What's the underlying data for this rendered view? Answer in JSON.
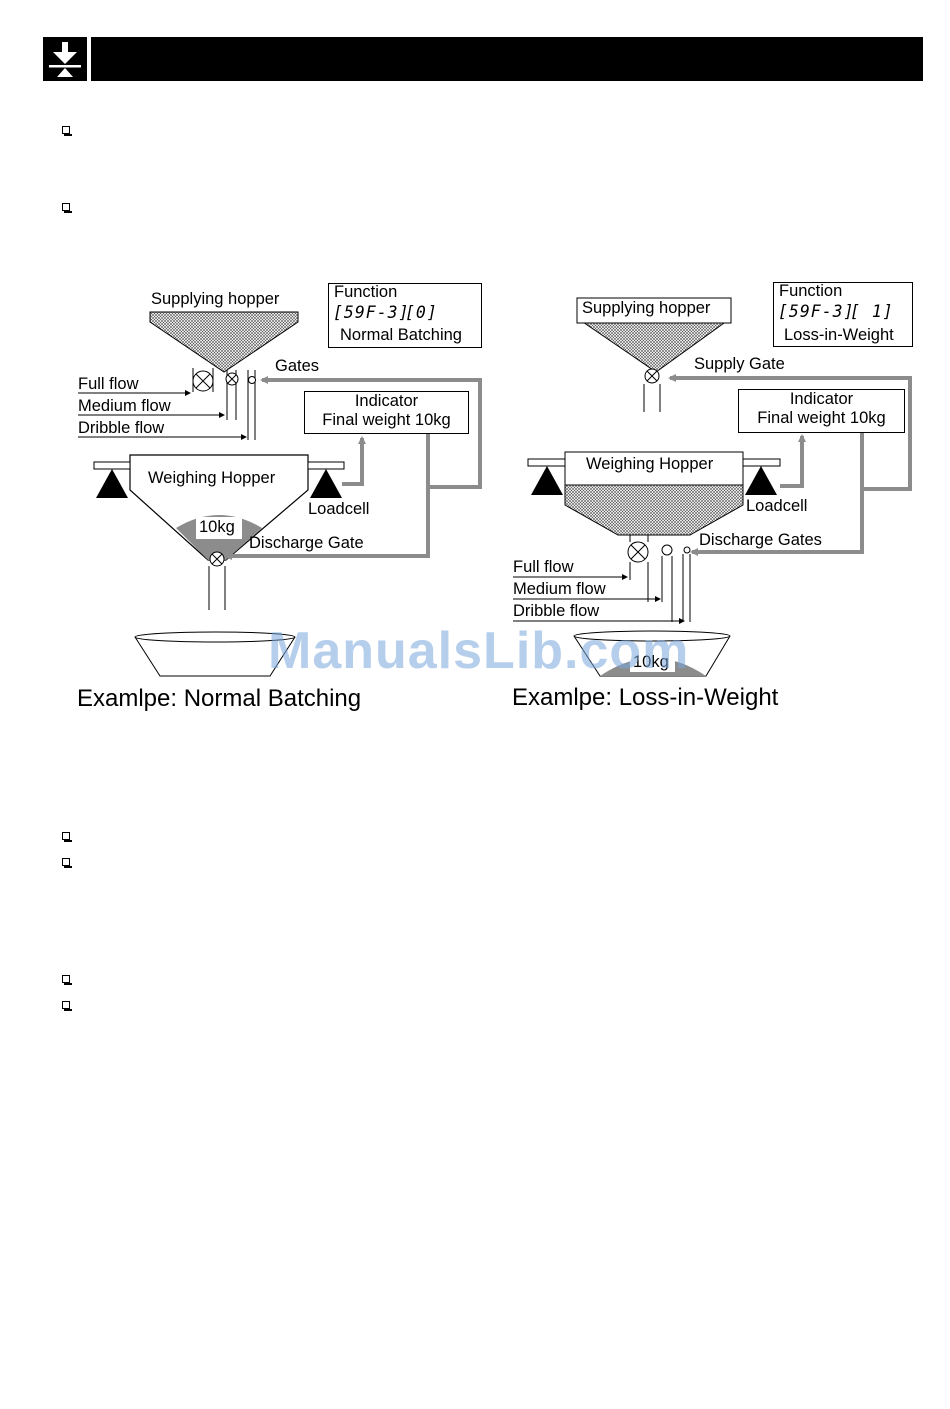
{
  "header": {
    "logo_icon": "press-down-icon"
  },
  "normal_batching": {
    "supplying_hopper": "Supplying hopper",
    "function_title": "Function",
    "function_code": "[59F-3]",
    "function_value": "[0]",
    "function_desc": "Normal Batching",
    "gates": "Gates",
    "full_flow": "Full flow",
    "medium_flow": "Medium flow",
    "dribble_flow": "Dribble flow",
    "indicator_title": "Indicator",
    "indicator_value": "Final weight 10kg",
    "weighing_hopper": "Weighing Hopper",
    "weight_label": "10kg",
    "loadcell": "Loadcell",
    "discharge_gate": "Discharge Gate",
    "caption": "Examlpe: Normal Batching"
  },
  "loss_in_weight": {
    "supplying_hopper": "Supplying hopper",
    "function_title": "Function",
    "function_code": "[59F-3]",
    "function_value": "[ 1]",
    "function_desc": "Loss-in-Weight",
    "supply_gate": "Supply Gate",
    "indicator_title": "Indicator",
    "indicator_value": "Final weight 10kg",
    "weighing_hopper": "Weighing Hopper",
    "loadcell": "Loadcell",
    "discharge_gates": "Discharge Gates",
    "full_flow": "Full flow",
    "medium_flow": "Medium flow",
    "dribble_flow": "Dribble flow",
    "weight_label": "10kg",
    "caption": "Examlpe: Loss-in-Weight"
  },
  "watermark": "ManualsLib.com",
  "colors": {
    "header": "#000000",
    "arrow": "#8c8c8c",
    "watermark": "#78a5dc"
  }
}
